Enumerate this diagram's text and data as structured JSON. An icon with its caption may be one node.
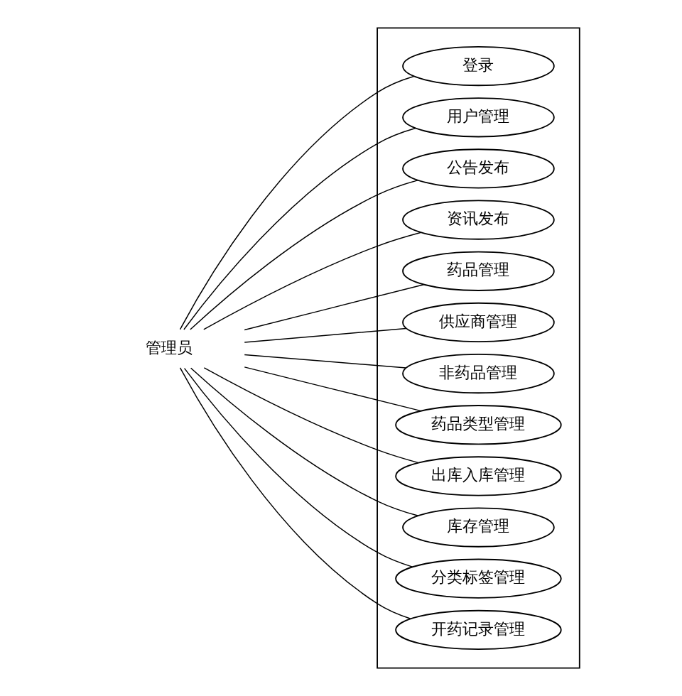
{
  "diagram": {
    "nodes": [
      {
        "text": [
          "管理员"
        ]
      },
      {
        "text": [],
        "shape": "box"
      },
      {
        "text": [
          "登录"
        ],
        "in": 1
      },
      {
        "text": [
          "用户管理"
        ],
        "in": 1
      },
      {
        "text": [
          "公告发布"
        ],
        "in": 1
      },
      {
        "text": [
          "资讯发布"
        ],
        "in": 1
      },
      {
        "text": [
          "药品管理"
        ],
        "in": 1
      },
      {
        "text": [
          "供应商管理"
        ],
        "in": 1
      },
      {
        "text": [
          "非药品管理"
        ],
        "in": 1
      },
      {
        "text": [
          "药品类型管理"
        ],
        "in": 1
      },
      {
        "text": [
          "出库入库管理"
        ],
        "in": 1
      },
      {
        "text": [
          "库存管理"
        ],
        "in": 1
      },
      {
        "text": [
          "分类标签管理"
        ],
        "in": 1
      },
      {
        "text": [
          "开药记录管理"
        ],
        "in": 1
      }
    ],
    "edges": [
      {
        "from": 0,
        "to": 2,
        "arrow": "none"
      },
      {
        "from": 0,
        "to": 3,
        "arrow": "none"
      },
      {
        "from": 0,
        "to": 4,
        "arrow": "none"
      },
      {
        "from": 0,
        "to": 5,
        "arrow": "none"
      },
      {
        "from": 0,
        "to": 6,
        "arrow": "none"
      },
      {
        "from": 0,
        "to": 7,
        "arrow": "none"
      },
      {
        "from": 0,
        "to": 8,
        "arrow": "none"
      },
      {
        "from": 0,
        "to": 9,
        "arrow": "none"
      },
      {
        "from": 0,
        "to": 10,
        "arrow": "none"
      },
      {
        "from": 0,
        "to": 11,
        "arrow": "none"
      },
      {
        "from": 0,
        "to": 12,
        "arrow": "none"
      },
      {
        "from": 0,
        "to": 13,
        "arrow": "none"
      }
    ]
  }
}
